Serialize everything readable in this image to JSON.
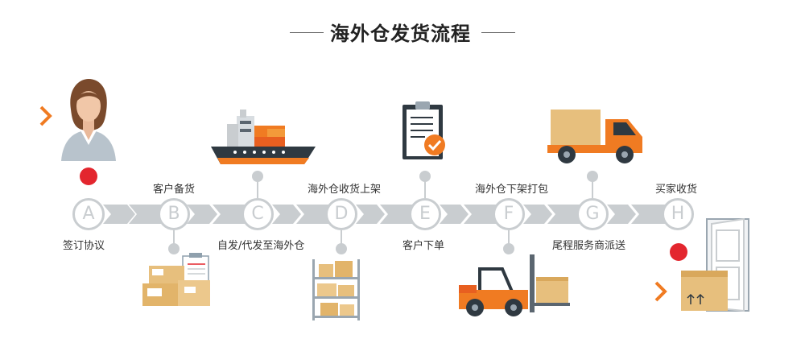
{
  "title": "海外仓发货流程",
  "steps": [
    {
      "letter": "A",
      "label": "签订协议",
      "icon": "woman-avatar-icon"
    },
    {
      "letter": "B",
      "label": "客户备货",
      "icon": "packed-boxes-icon"
    },
    {
      "letter": "C",
      "label": "自发/代发至海外仓",
      "icon": "cargo-ship-icon"
    },
    {
      "letter": "D",
      "label": "海外仓收货上架",
      "icon": "warehouse-shelf-icon"
    },
    {
      "letter": "E",
      "label": "客户下单",
      "icon": "clipboard-check-icon"
    },
    {
      "letter": "F",
      "label": "海外仓下架打包",
      "icon": "forklift-icon"
    },
    {
      "letter": "G",
      "label": "尾程服务商派送",
      "icon": "delivery-truck-icon"
    },
    {
      "letter": "H",
      "label": "买家收货",
      "icon": "door-package-icon"
    }
  ],
  "colors": {
    "accent_orange": "#f07b22",
    "red_marker": "#e3262e",
    "track_gray": "#c9cdd0",
    "box_tan": "#e7bf7d"
  }
}
